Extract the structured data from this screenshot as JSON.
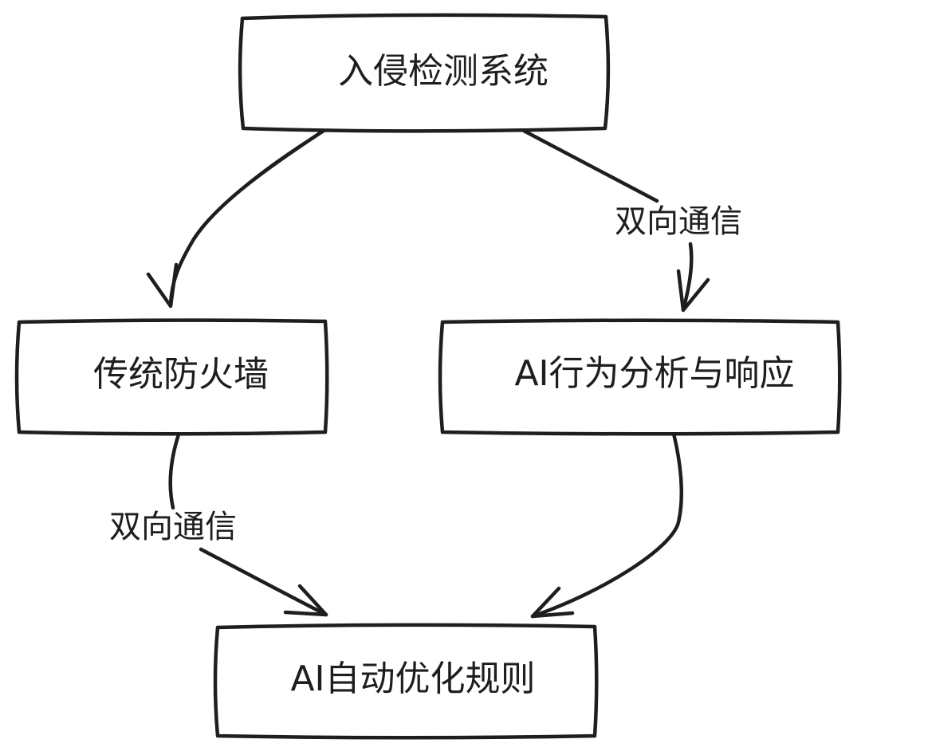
{
  "diagram": {
    "title": "IDS / AI security flow diagram",
    "style": {
      "background_color": "#ffffff",
      "stroke_color": "#1e1e1e",
      "look": "hand-drawn"
    },
    "nodes": [
      {
        "id": "intrusion-detection-system",
        "label": "入侵检测系统"
      },
      {
        "id": "traditional-firewall",
        "label": "传统防火墙"
      },
      {
        "id": "ai-behavior-analysis-response",
        "label": "AI行为分析与响应"
      },
      {
        "id": "ai-auto-optimize-rules",
        "label": "AI自动优化规则"
      }
    ],
    "edges": [
      {
        "from": "intrusion-detection-system",
        "to": "traditional-firewall",
        "label": ""
      },
      {
        "from": "intrusion-detection-system",
        "to": "ai-behavior-analysis-response",
        "label": "双向通信"
      },
      {
        "from": "traditional-firewall",
        "to": "ai-auto-optimize-rules",
        "label": "双向通信"
      },
      {
        "from": "ai-behavior-analysis-response",
        "to": "ai-auto-optimize-rules",
        "label": ""
      }
    ]
  }
}
